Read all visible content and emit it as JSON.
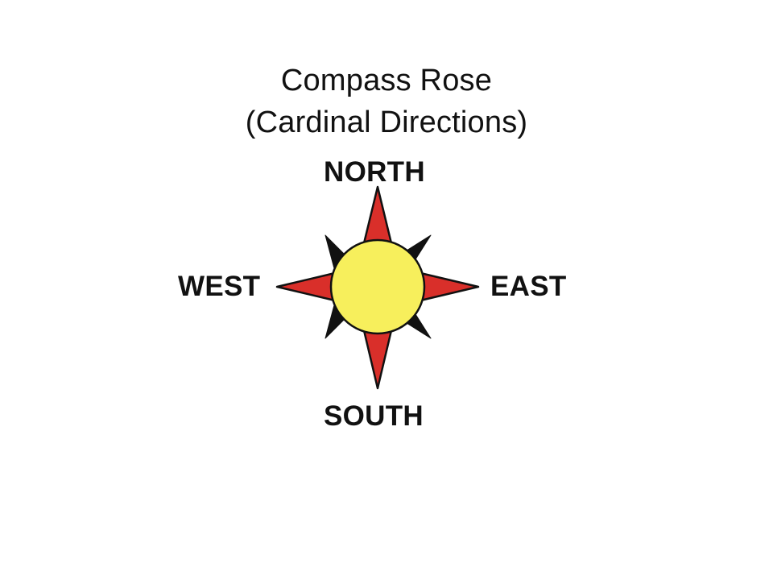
{
  "title": {
    "line1": "Compass Rose",
    "line2": "(Cardinal Directions)"
  },
  "directions": {
    "north": "NORTH",
    "south": "SOUTH",
    "east": "EAST",
    "west": "WEST"
  },
  "colors": {
    "center_fill": "#f7ef5c",
    "cardinal_point_fill": "#d92f2a",
    "intercardinal_point_fill": "#111111",
    "outline": "#111111"
  }
}
